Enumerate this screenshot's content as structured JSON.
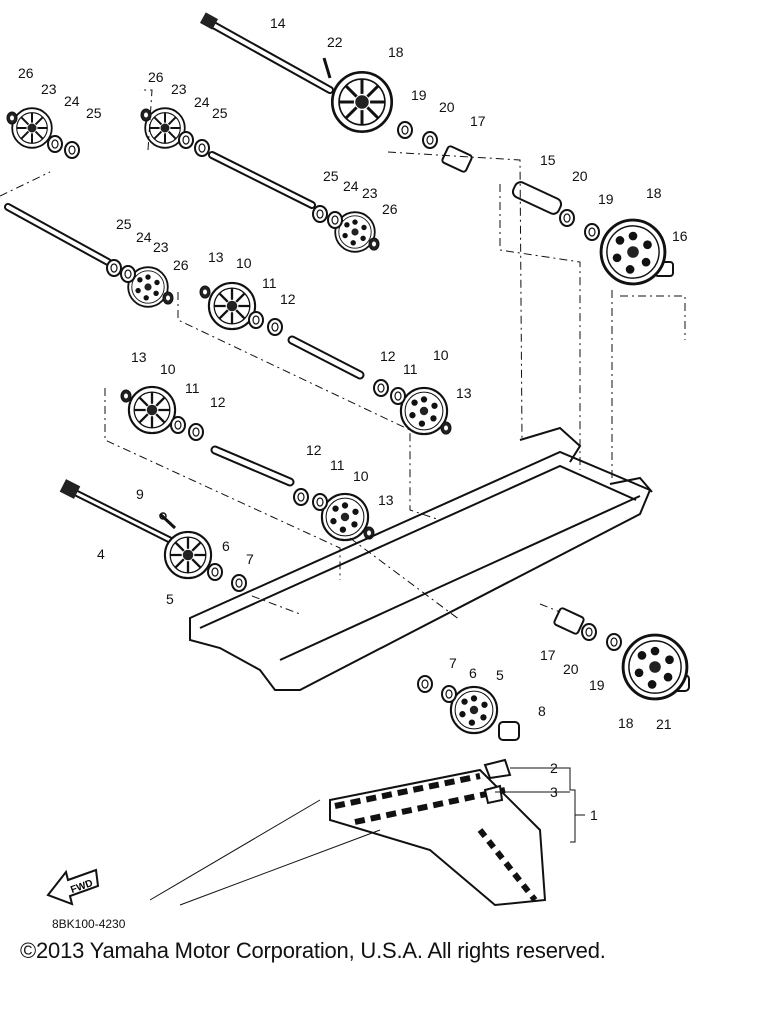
{
  "diagram": {
    "drawing_code": "8BK100-4230",
    "copyright": "©2013 Yamaha Motor Corporation, U.S.A. All rights reserved.",
    "fwd_label": "FWD",
    "callouts": {
      "c1": "1",
      "c2": "2",
      "c3": "3",
      "c4": "4",
      "c5a": "5",
      "c5b": "5",
      "c6a": "6",
      "c6b": "6",
      "c7a": "7",
      "c7b": "7",
      "c8": "8",
      "c9": "9",
      "c10a": "10",
      "c10b": "10",
      "c10c": "10",
      "c10d": "10",
      "c11a": "11",
      "c11b": "11",
      "c11c": "11",
      "c11d": "11",
      "c12a": "12",
      "c12b": "12",
      "c12c": "12",
      "c12d": "12",
      "c13a": "13",
      "c13b": "13",
      "c13c": "13",
      "c13d": "13",
      "c14": "14",
      "c15": "15",
      "c16": "16",
      "c17a": "17",
      "c17b": "17",
      "c18a": "18",
      "c18b": "18",
      "c18c": "18",
      "c19a": "19",
      "c19b": "19",
      "c19c": "19",
      "c20a": "20",
      "c20b": "20",
      "c20c": "20",
      "c21": "21",
      "c22": "22",
      "c23a": "23",
      "c23b": "23",
      "c23c": "23",
      "c23d": "23",
      "c24a": "24",
      "c24b": "24",
      "c24c": "24",
      "c24d": "24",
      "c25a": "25",
      "c25b": "25",
      "c25c": "25",
      "c25d": "25",
      "c26a": "26",
      "c26b": "26",
      "c26c": "26",
      "c26d": "26"
    }
  }
}
